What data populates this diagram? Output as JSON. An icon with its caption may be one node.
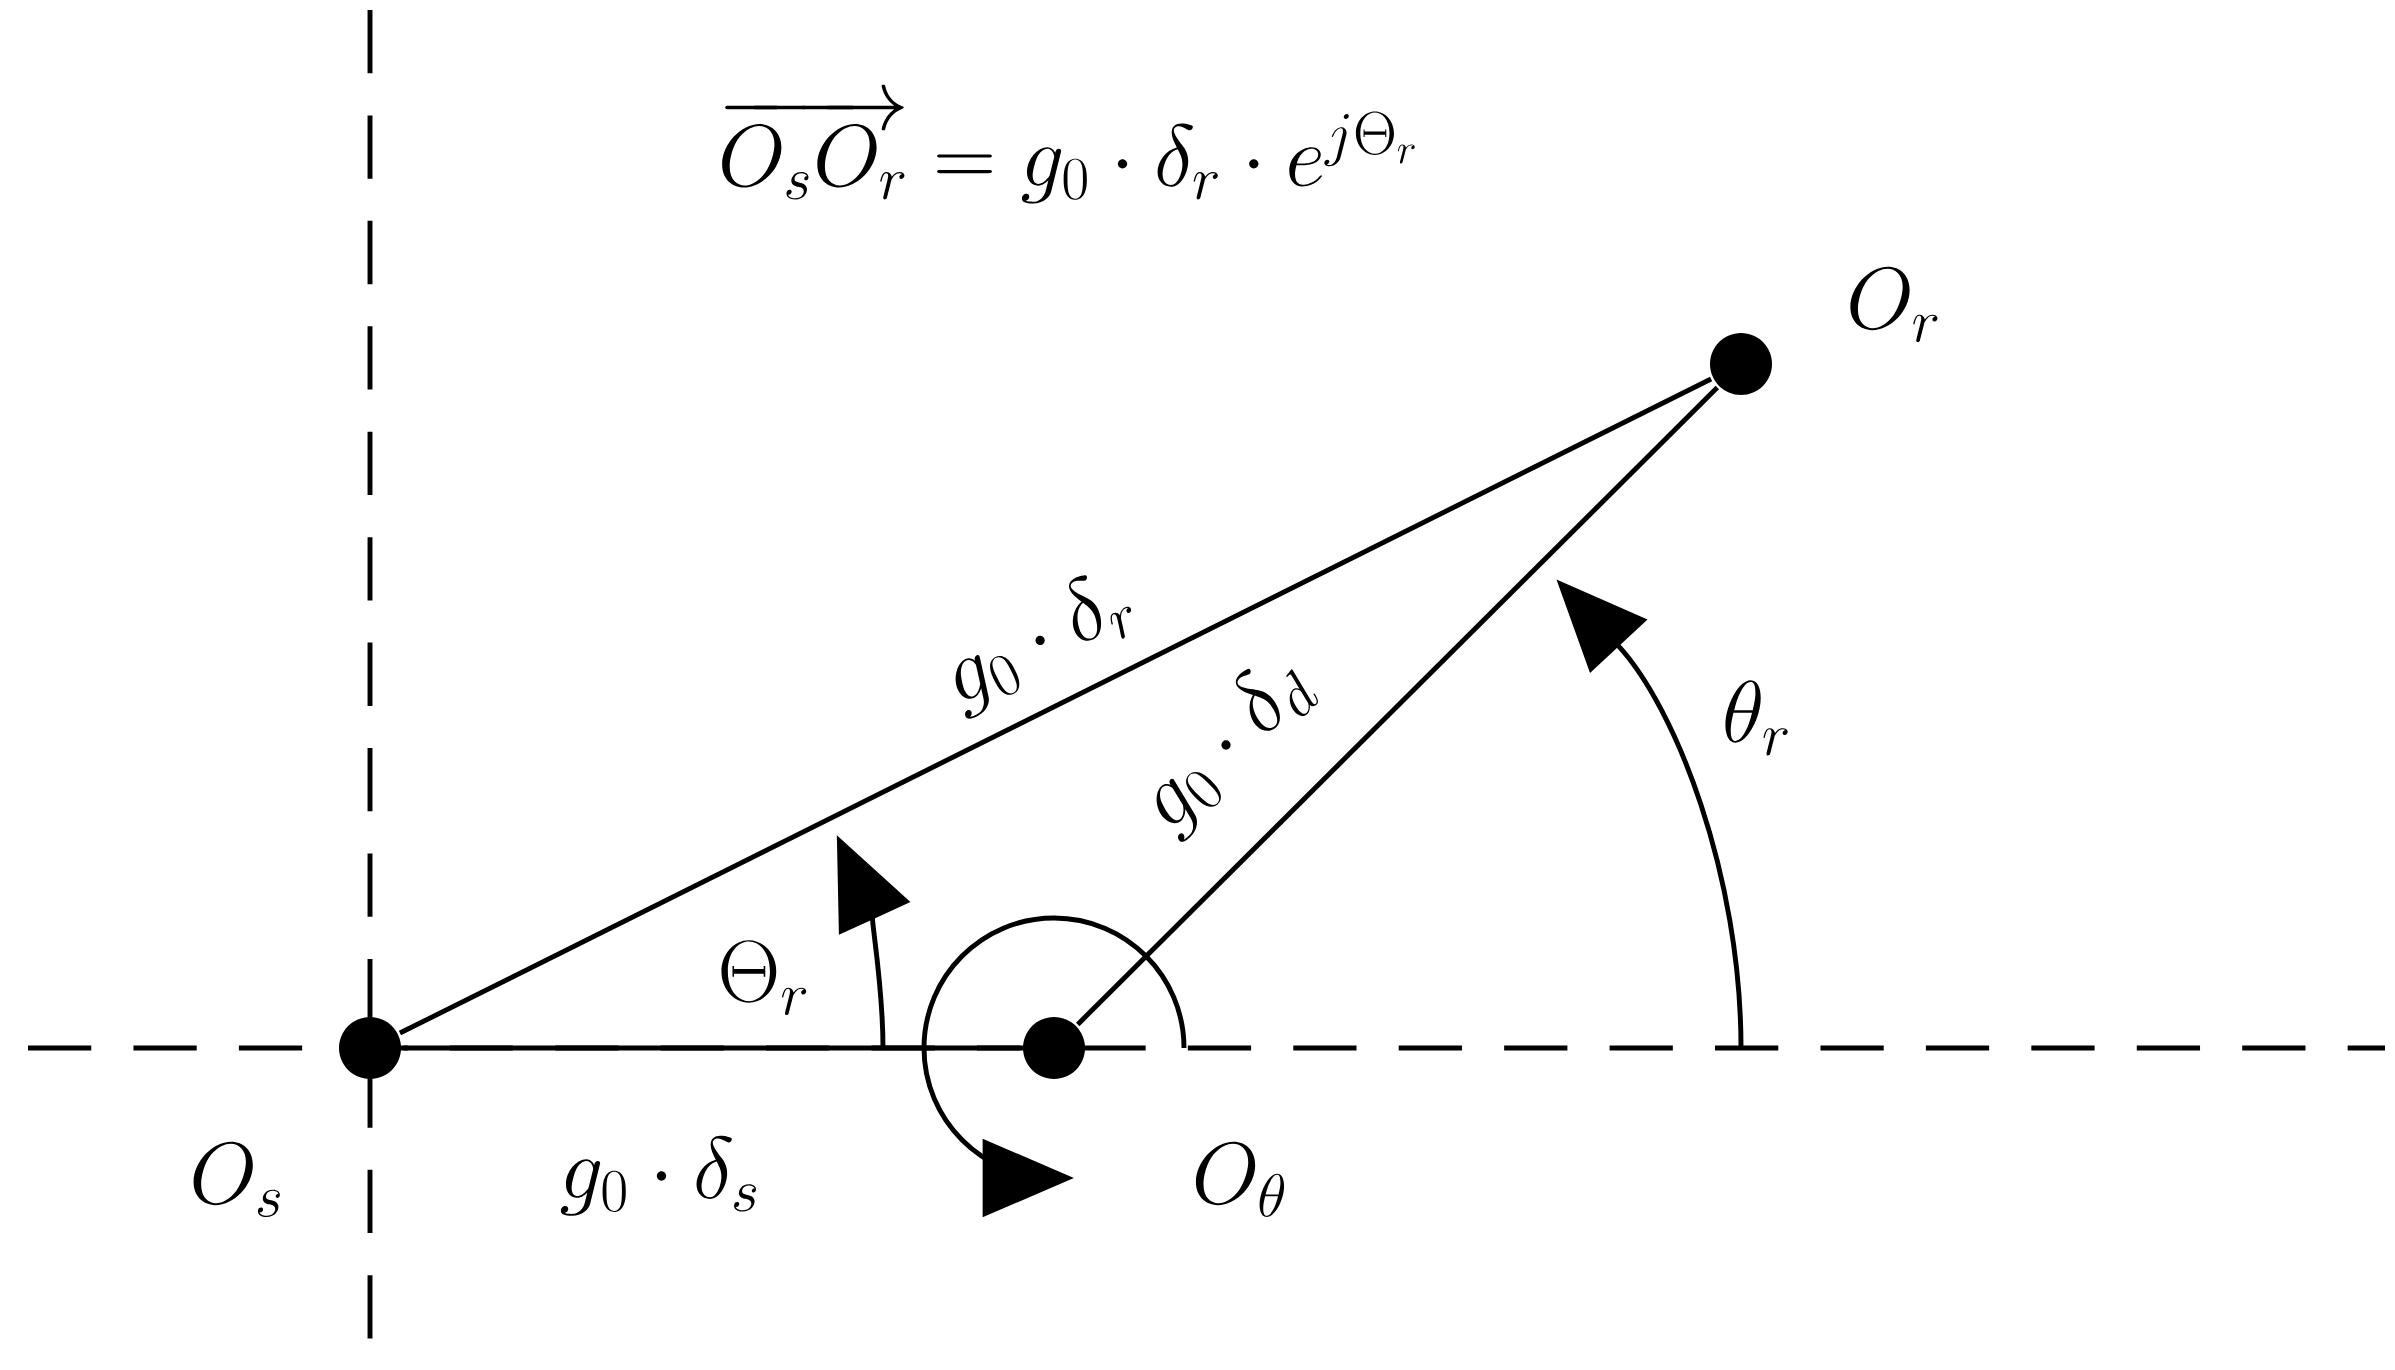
{
  "diagram": {
    "nodes": [
      {
        "text": [],
        "shape": "circle",
        "beside": [
          "O_s"
        ]
      },
      {
        "text": [],
        "shape": "circle",
        "beside": [
          "O_\\theta"
        ]
      },
      {
        "text": [],
        "shape": "circle",
        "beside": [
          "O_r"
        ]
      }
    ],
    "edges": [
      {
        "from": 0,
        "to": 2,
        "arrow": "none",
        "label": "g_0 \\cdot \\delta_r"
      },
      {
        "from": 0,
        "to": 1,
        "arrow": "none",
        "label": "g_0 \\cdot \\delta_s"
      },
      {
        "from": 1,
        "to": 2,
        "arrow": "none",
        "label": "g_0 \\cdot \\delta_d"
      }
    ],
    "labels": [
      "\\overrightarrow{O_sO_r} = g_0 \\cdot \\delta_r \\cdot e^{j\\Theta_r}",
      "\\Theta_r",
      "\\theta_r"
    ]
  }
}
